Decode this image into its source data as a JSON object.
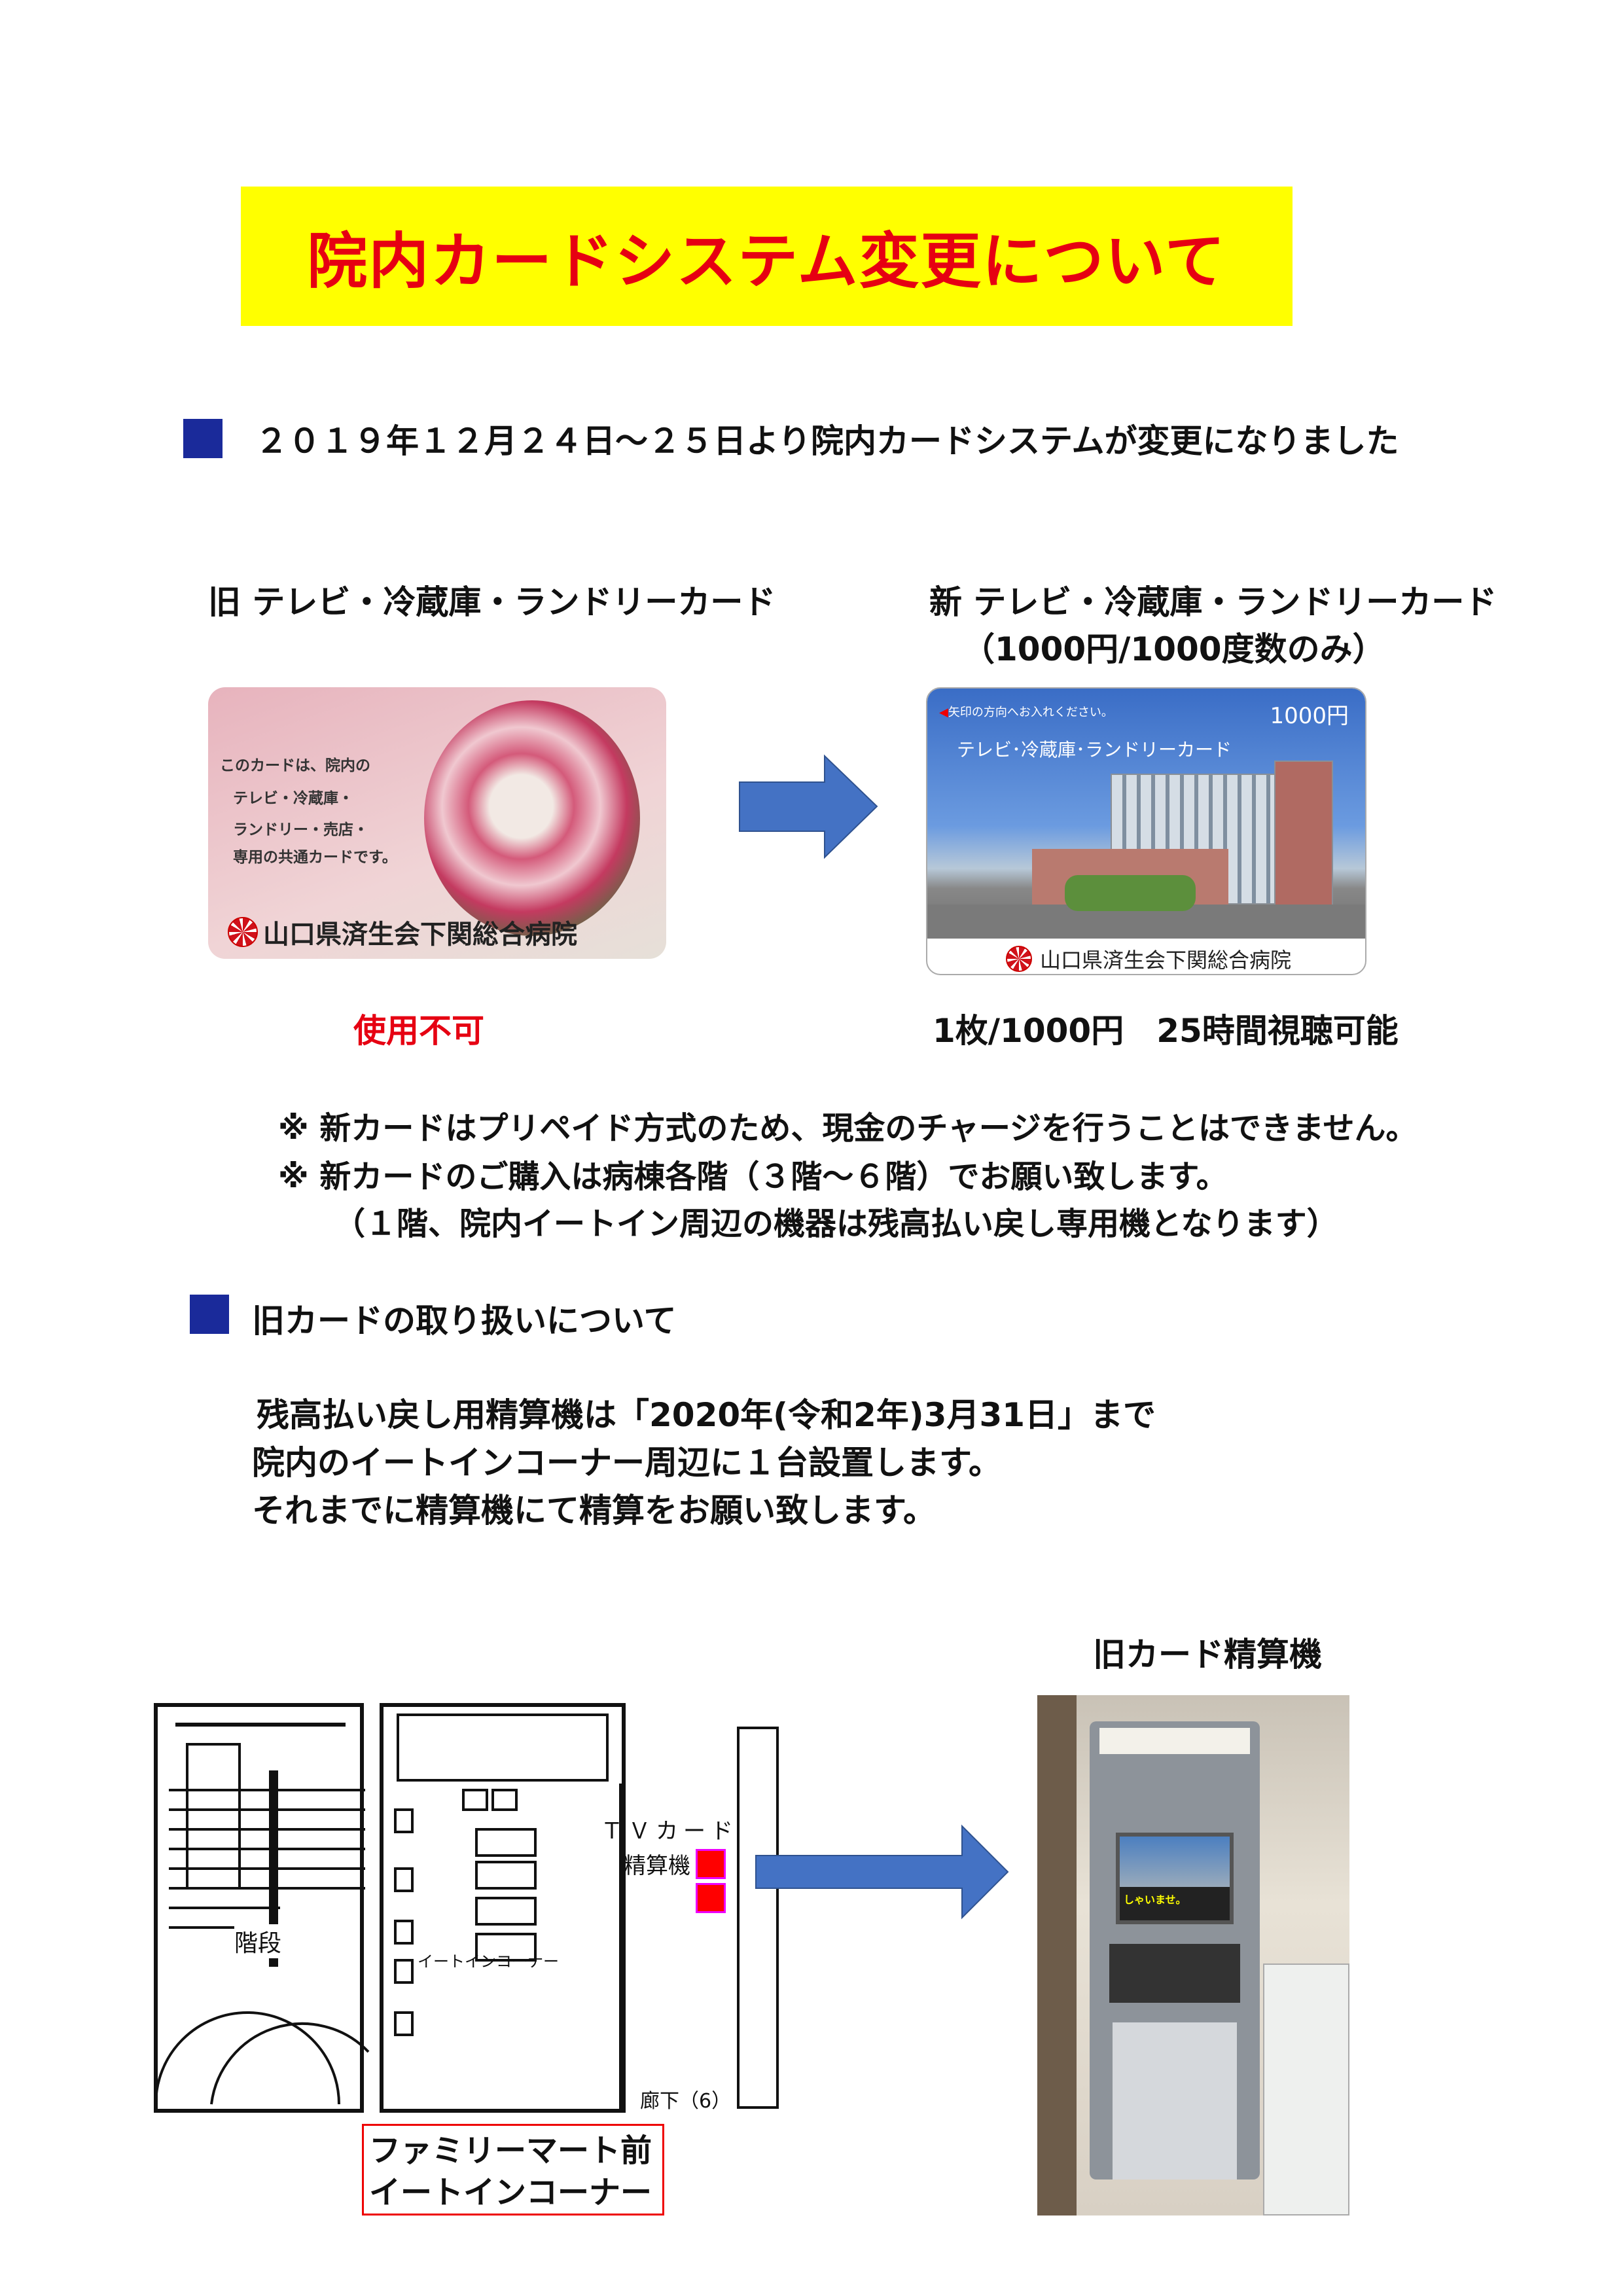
{
  "title": "院内カードシステム変更について",
  "section1": {
    "heading": "２０１９年１２月２４日～２５日より院内カードシステムが変更になりました"
  },
  "old_card": {
    "heading": "旧 テレビ・冷蔵庫・ランドリーカード",
    "card_lines": [
      "このカードは、院内の",
      "テレビ・冷蔵庫・",
      "ランドリー・売店・",
      "専用の共通カードです。"
    ],
    "hospital": "山口県済生会下関総合病院",
    "status": "使用不可"
  },
  "new_card": {
    "heading": "新 テレビ・冷蔵庫・ランドリーカード",
    "subheading": "（1000円/1000度数のみ）",
    "insert_text": "矢印の方向へお入れください。",
    "price": "1000円",
    "card_title": "テレビ･冷蔵庫･ランドリーカード",
    "hospital": "山口県済生会下関総合病院",
    "info": "1枚/1000円　25時間視聴可能"
  },
  "notes": [
    "※ 新カードはプリペイド方式のため、現金のチャージを行うことはできません。",
    "※ 新カードのご購入は病棟各階（３階～６階）でお願い致します。",
    "（１階、院内イートイン周辺の機器は残高払い戻し専用機となります）"
  ],
  "section2": {
    "heading": "旧カードの取り扱いについて",
    "paragraph": [
      "残高払い戻し用精算機は「2020年(令和2年)3月31日」まで",
      "院内のイートインコーナー周辺に１台設置します。",
      "それまでに精算機にて精算をお願い致します。"
    ]
  },
  "floor_plan": {
    "labels": [
      "ＴＶカード",
      "精算機",
      "階段",
      "イートインコーナー",
      "廊下（6）"
    ],
    "location_box": [
      "ファミリーマート前",
      "イートインコーナー"
    ]
  },
  "machine": {
    "label": "旧カード精算機",
    "screen_text": "しゃいませ。"
  },
  "colors": {
    "title_red": "#e60012",
    "banner_yellow": "#ffff00",
    "bullet_navy": "#1a2a9a",
    "arrow_blue": "#4472c4"
  }
}
